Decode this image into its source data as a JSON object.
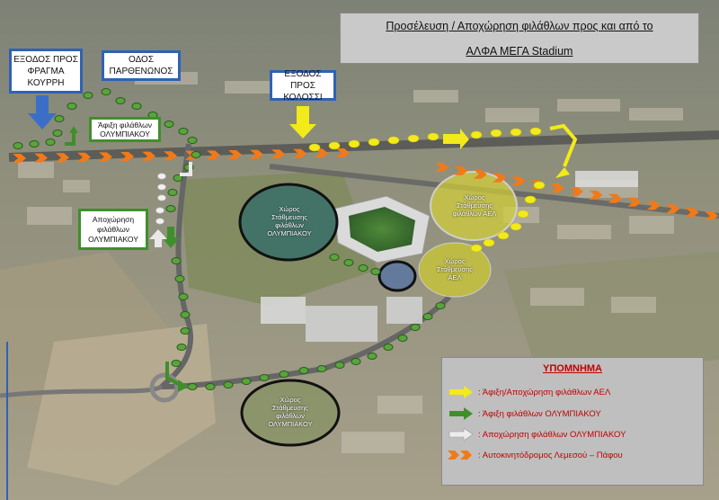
{
  "title": {
    "line1": "Προσέλευση / Αποχώρηση φιλάθλων προς και από το",
    "line2": "ΑΛΦΑ ΜΕΓΑ Stadium"
  },
  "labels": {
    "exit_kourri": [
      "ΕΞΟΔΟΣ ΠΡΟΣ",
      "ΦΡΑΓΜΑ",
      "ΚΟΥΡΡΗ"
    ],
    "odos_parthenonos": [
      "ΟΔΟΣ",
      "ΠΑΡΘΕΝΩΝΟΣ"
    ],
    "exit_kolossi": [
      "ΕΞΟΔΟΣ ΠΡΟΣ",
      "ΚΟΛΟΣΣΙ"
    ],
    "arrival_olympiakos": [
      "Άφιξη φιλάθλων",
      "ΟΛΥΜΠΙΑΚΟΥ"
    ],
    "departure_olympiakos": [
      "Αποχώρηση",
      "φιλάθλων",
      "ΟΛΥΜΠΙΑΚΟΥ"
    ]
  },
  "zones": {
    "parking_olympiakos_1": [
      "Χώρος",
      "Στάθμευσης",
      "φιλάθλων",
      "ΟΛΥΜΠΙΑΚΟΥ"
    ],
    "parking_ael_1": [
      "Χώρος",
      "Στάθμευσης",
      "φιλάθλων ΑΕΛ"
    ],
    "parking_ael_2": [
      "Χώρος",
      "Στάθμευσης",
      "ΑΕΛ"
    ],
    "parking_olympiakos_2": [
      "Χώρος",
      "Στάθμευσης",
      "φιλάθλων",
      "ΟΛΥΜΠΙΑΚΟΥ"
    ]
  },
  "legend": {
    "title": "ΥΠΟΜΝΗΜΑ",
    "items": [
      {
        "text": ":  Άφιξη/Αποχώρηση φιλάθλων  ΑΕΛ",
        "icon": "yellow-arrow-icon",
        "color": "#f2ea1a"
      },
      {
        "text": ":  Άφιξη φιλάθλων ΟΛΥΜΠΙΑΚΟΥ",
        "icon": "green-arrow-icon",
        "color": "#3f8f2a"
      },
      {
        "text": ":  Αποχώρηση φιλάθλων ΟΛΥΜΠΙΑΚΟΥ",
        "icon": "white-arrow-icon",
        "color": "#e8e8e8"
      },
      {
        "text": ":  Αυτοκινητόδρομος Λεμεσού – Πάφου",
        "icon": "orange-chevron-icon",
        "color": "#f07a1a"
      }
    ]
  },
  "colors": {
    "ael_route": "#f2ea1a",
    "olympiakos_arrival": "#3f8f2a",
    "olympiakos_departure": "#e8e8e8",
    "highway": "#f07a1a",
    "box_border": "#2f62b5",
    "legend_title": "#c00000"
  }
}
